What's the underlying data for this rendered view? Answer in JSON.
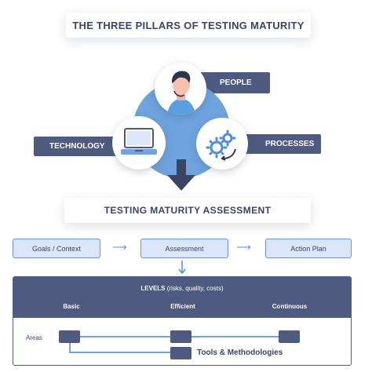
{
  "title": "THE THREE PILLARS OF TESTING MATURITY",
  "pillars": {
    "people": "PEOPLE",
    "technology": "TECHNOLOGY",
    "processes": "PROCESSES"
  },
  "assessment_title": "TESTING MATURITY ASSESSMENT",
  "flow": {
    "step1": "Goals / Context",
    "step2": "Assessment",
    "step3": "Action Plan"
  },
  "levels": {
    "heading_bold": "LEVELS",
    "heading_rest": " (risks, quality, costs)",
    "basic": "Basic",
    "efficient": "Efficient",
    "continuous": "Continuous",
    "areas": "Areas",
    "tools": "Tools & Methodologies"
  },
  "colors": {
    "navy": "#4e5a80",
    "blue": "#6ea3de",
    "light_step": "#dce6fb",
    "arrow": "#4b8fdc"
  }
}
